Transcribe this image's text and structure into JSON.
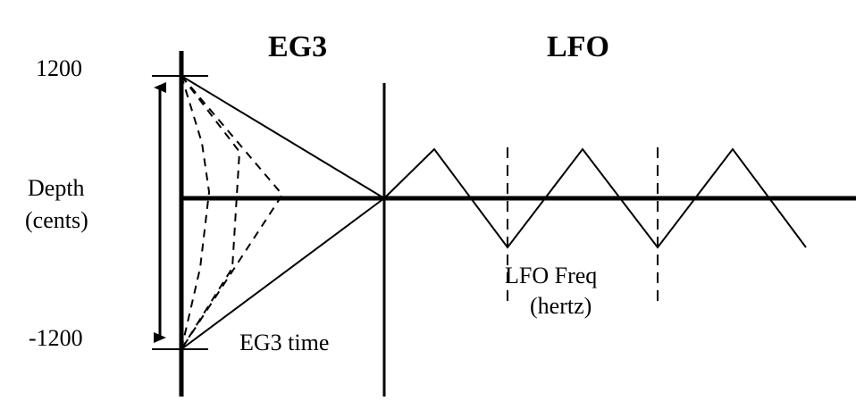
{
  "headers": {
    "eg3": "EG3",
    "lfo": "LFO"
  },
  "axis": {
    "top_value": "1200",
    "bottom_value": "-1200",
    "depth_label_line1": "Depth",
    "depth_label_line2": "(cents)"
  },
  "annotations": {
    "eg3_time": "EG3 time",
    "lfo_freq_line1": "LFO Freq",
    "lfo_freq_line2": "(hertz)"
  },
  "colors": {
    "ink": "#000000",
    "background": "#ffffff"
  }
}
